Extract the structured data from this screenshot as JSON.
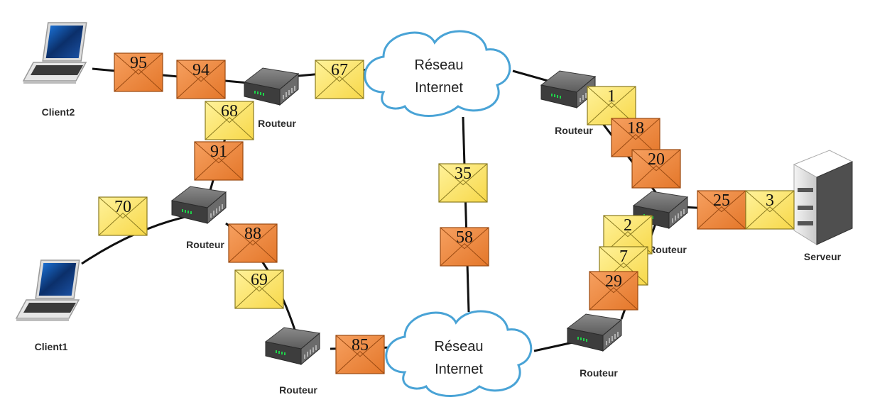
{
  "colors": {
    "envelope_orange": "#F08A3A",
    "envelope_yellow": "#FCE36A",
    "link": "#111111",
    "router_body": "#4a4a4a",
    "cloud_stroke": "#49a3d6"
  },
  "devices": {
    "client2": {
      "label": "Client2",
      "icon": "laptop-icon"
    },
    "client1": {
      "label": "Client1",
      "icon": "laptop-icon"
    },
    "server": {
      "label": "Serveur",
      "icon": "server-icon"
    },
    "router_a": {
      "label": "Routeur",
      "icon": "router-icon"
    },
    "router_b": {
      "label": "Routeur",
      "icon": "router-icon"
    },
    "router_c": {
      "label": "Routeur",
      "icon": "router-icon"
    },
    "router_d": {
      "label": "Routeur",
      "icon": "router-icon"
    },
    "router_e": {
      "label": "Routeur",
      "icon": "router-icon"
    },
    "router_f": {
      "label": "Routeur",
      "icon": "router-icon"
    }
  },
  "clouds": {
    "top": {
      "line1": "Réseau",
      "line2": "Internet"
    },
    "bottom": {
      "line1": "Réseau",
      "line2": "Internet"
    }
  },
  "packets": {
    "p95": {
      "number": "95",
      "color": "orange"
    },
    "p94": {
      "number": "94",
      "color": "orange"
    },
    "p67": {
      "number": "67",
      "color": "yellow"
    },
    "p68": {
      "number": "68",
      "color": "yellow"
    },
    "p91": {
      "number": "91",
      "color": "orange"
    },
    "p70": {
      "number": "70",
      "color": "yellow"
    },
    "p88": {
      "number": "88",
      "color": "orange"
    },
    "p69": {
      "number": "69",
      "color": "yellow"
    },
    "p85": {
      "number": "85",
      "color": "orange"
    },
    "p35": {
      "number": "35",
      "color": "yellow"
    },
    "p58": {
      "number": "58",
      "color": "orange"
    },
    "p1": {
      "number": "1",
      "color": "yellow"
    },
    "p18": {
      "number": "18",
      "color": "orange"
    },
    "p20": {
      "number": "20",
      "color": "orange"
    },
    "p25": {
      "number": "25",
      "color": "orange"
    },
    "p3": {
      "number": "3",
      "color": "yellow"
    },
    "p2": {
      "number": "2",
      "color": "yellow"
    },
    "p7": {
      "number": "7",
      "color": "yellow"
    },
    "p29": {
      "number": "29",
      "color": "orange"
    }
  }
}
